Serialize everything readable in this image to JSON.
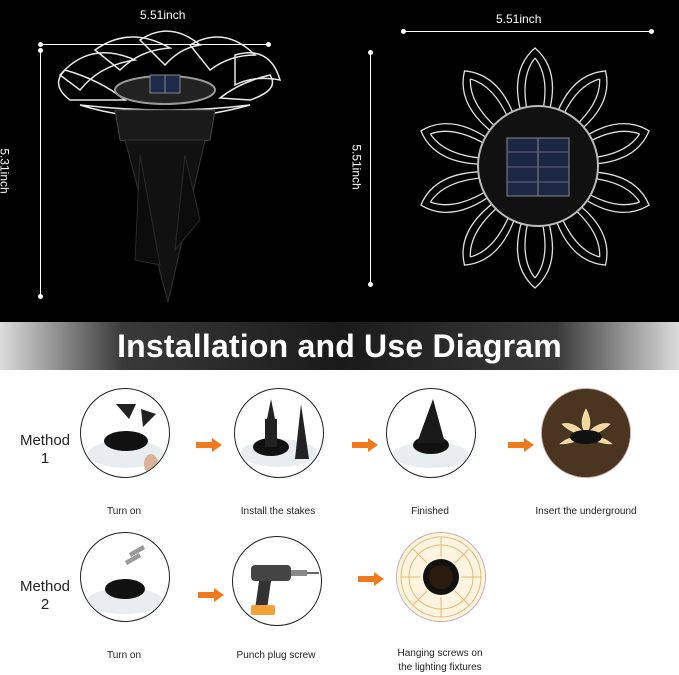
{
  "dimensions": {
    "left_width": "5.51inch",
    "left_height": "5.31inch",
    "right_width": "5.51inch",
    "right_height": "5.51inch"
  },
  "banner": {
    "title": "Installation and Use Diagram"
  },
  "method1": {
    "label_line1": "Method",
    "label_line2": "1",
    "steps": [
      "Turn on",
      "Install the stakes",
      "Finished",
      "Insert the underground"
    ]
  },
  "method2": {
    "label_line1": "Method",
    "label_line2": "2",
    "steps": [
      "Turn on",
      "Punch plug screw",
      "Hanging screws on",
      "the lighting fixtures"
    ]
  },
  "colors": {
    "arrow": "#f07a1c",
    "banner_dark": "#1a1a1a",
    "background": "#000000"
  }
}
